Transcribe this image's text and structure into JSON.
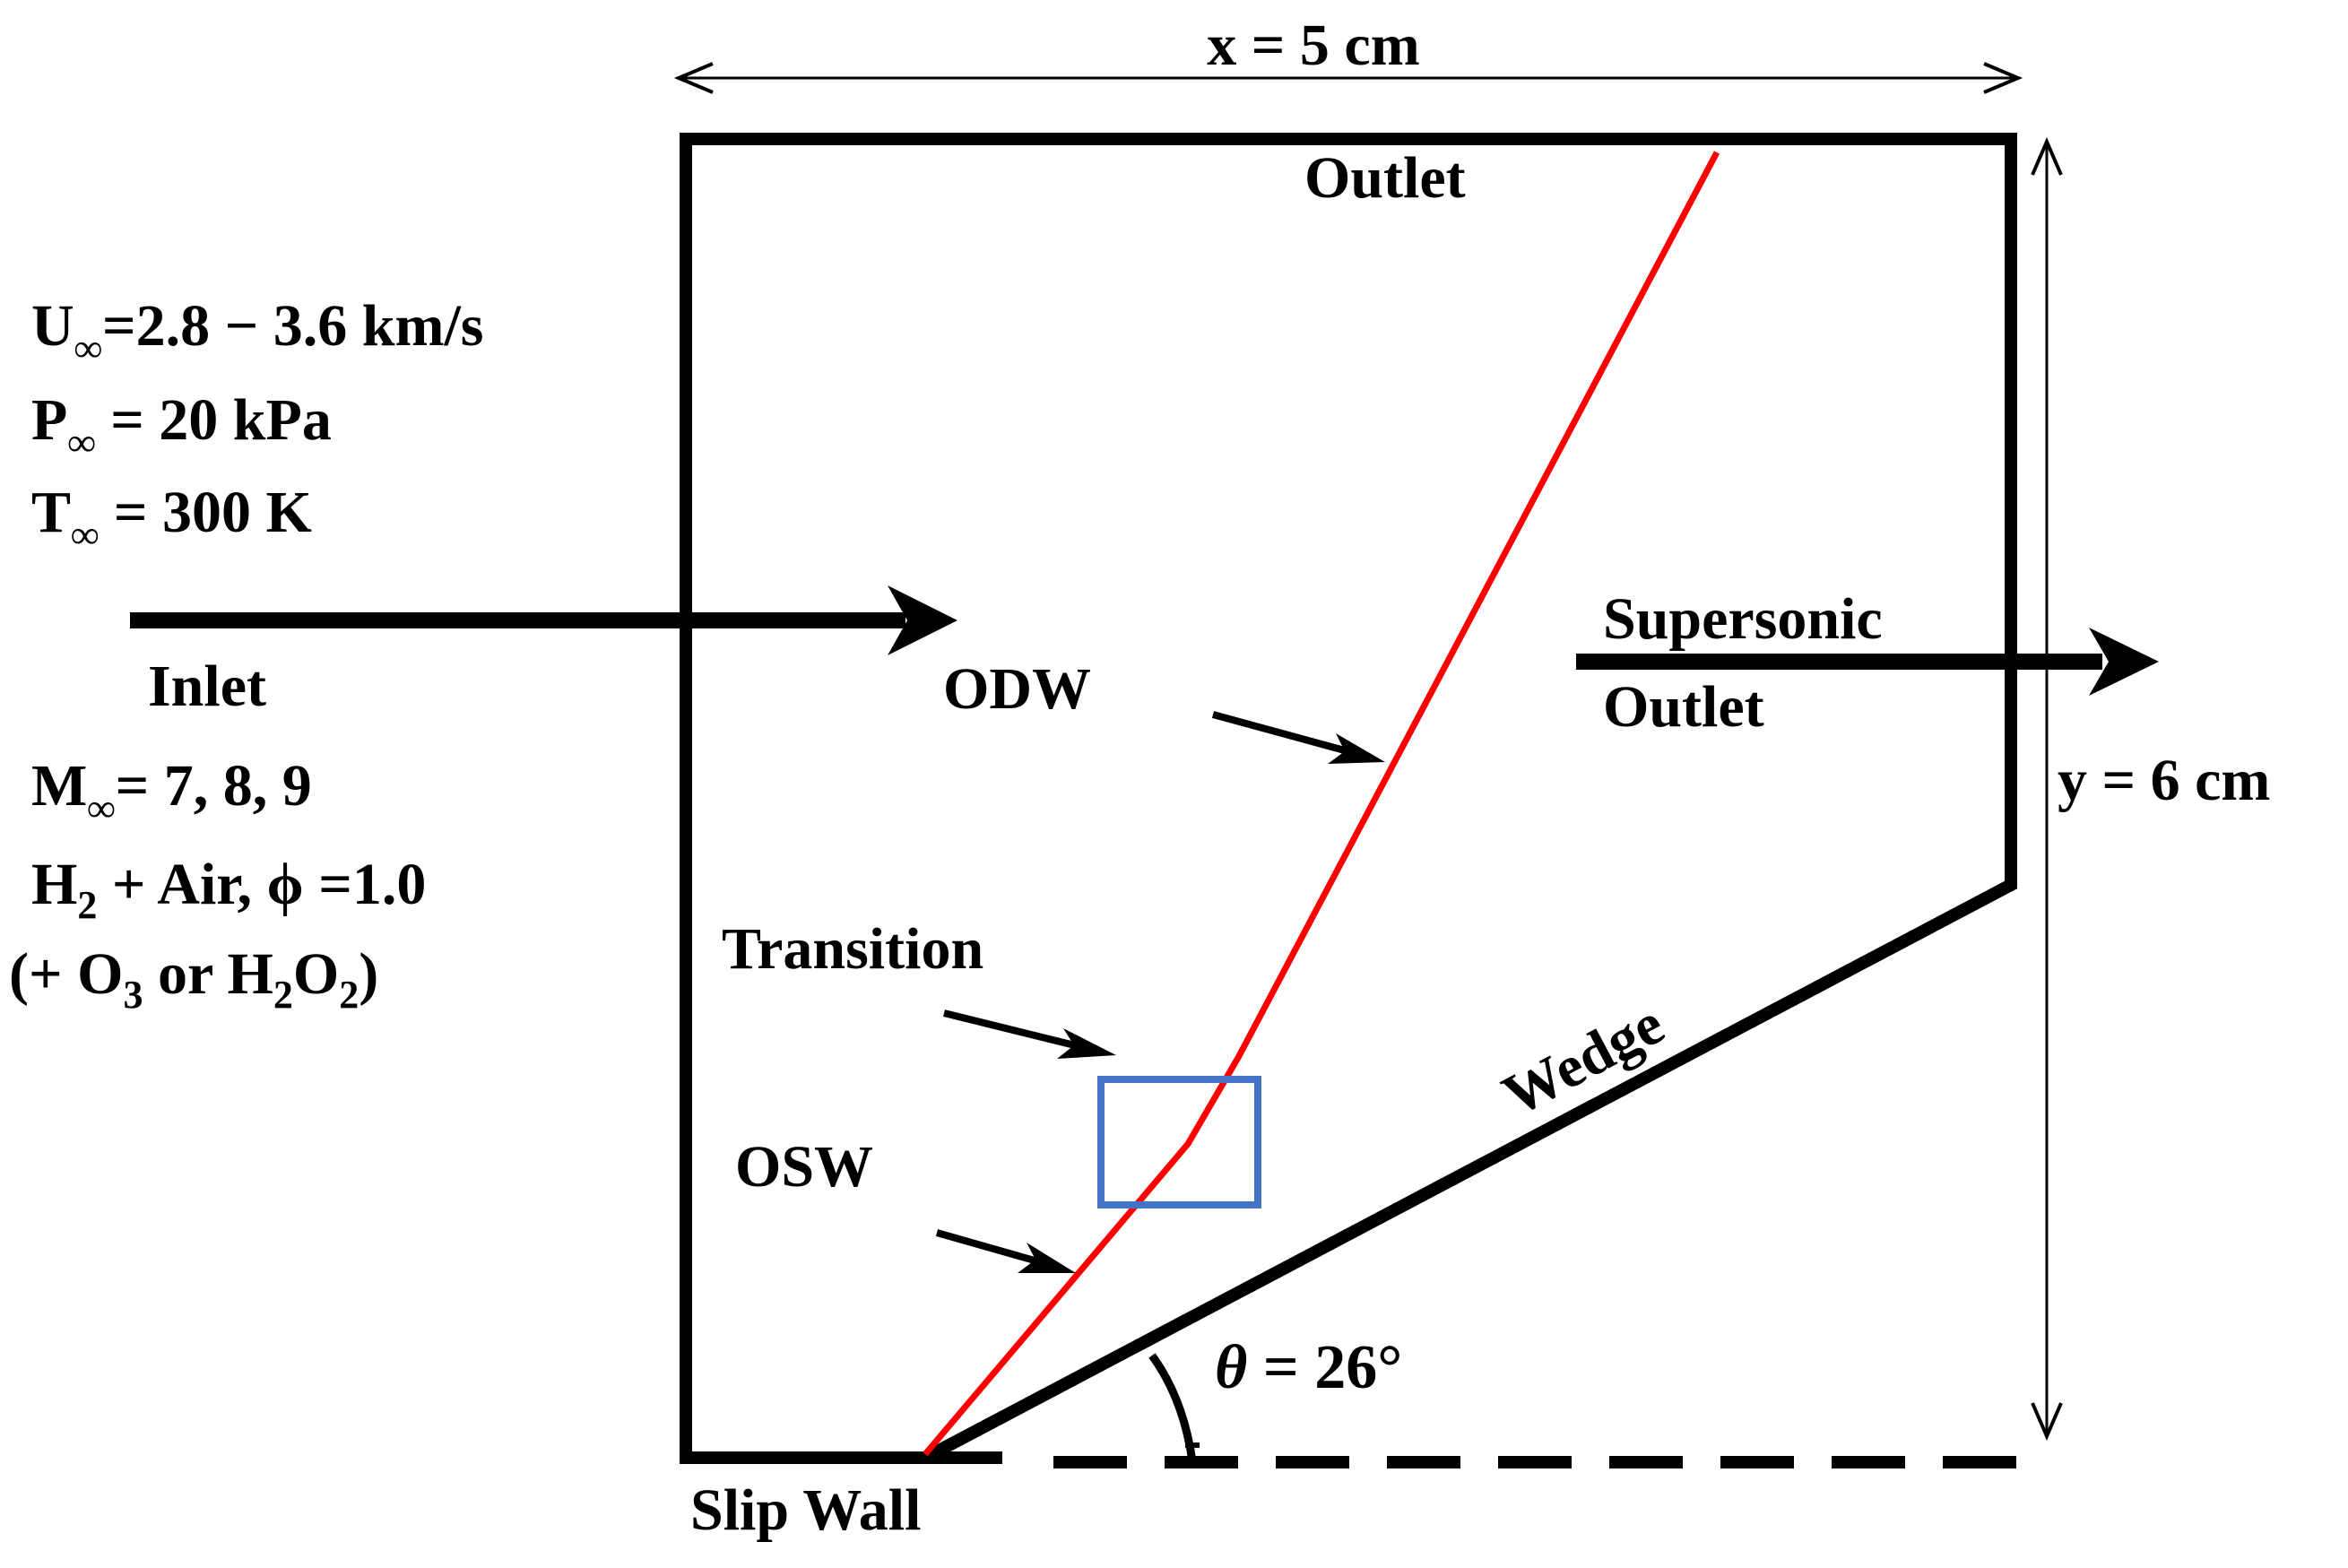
{
  "dimensions": {
    "width_label": "x = 5 cm",
    "height_label": "y = 6 cm"
  },
  "boundaries": {
    "outlet": "Outlet",
    "supersonic_outlet_line1": "Supersonic",
    "supersonic_outlet_line2": "Outlet",
    "inlet": "Inlet",
    "slip_wall": "Slip Wall",
    "wedge": "Wedge"
  },
  "inflow_conditions": {
    "velocity_sym": "U",
    "velocity_value": "=2.8 − 3.6 km/s",
    "pressure_sym": "P",
    "pressure_value": " = 20 kPa",
    "temperature_sym": "T",
    "temperature_value": " = 300 K",
    "inf_sub": "∞",
    "mach_sym": "M",
    "mach_value": "= 7, 8, 9",
    "mixture_prefix": "H",
    "mixture_sub": "2",
    "mixture_rest": " + Air,  ",
    "phi_sym": "ϕ",
    "phi_value": " =1.0",
    "additive_a": "(+ O",
    "additive_sub1": "3",
    "additive_b": " or H",
    "additive_sub2": "2",
    "additive_c": "O",
    "additive_sub3": "2",
    "additive_d": ")"
  },
  "annotations": {
    "odw": "ODW",
    "transition": "Transition",
    "osw": "OSW",
    "angle_sym": "θ",
    "angle_value": " = 26°"
  },
  "colors": {
    "wall": "#000000",
    "wave": "#ff0000",
    "transition_box": "#4472c4"
  }
}
